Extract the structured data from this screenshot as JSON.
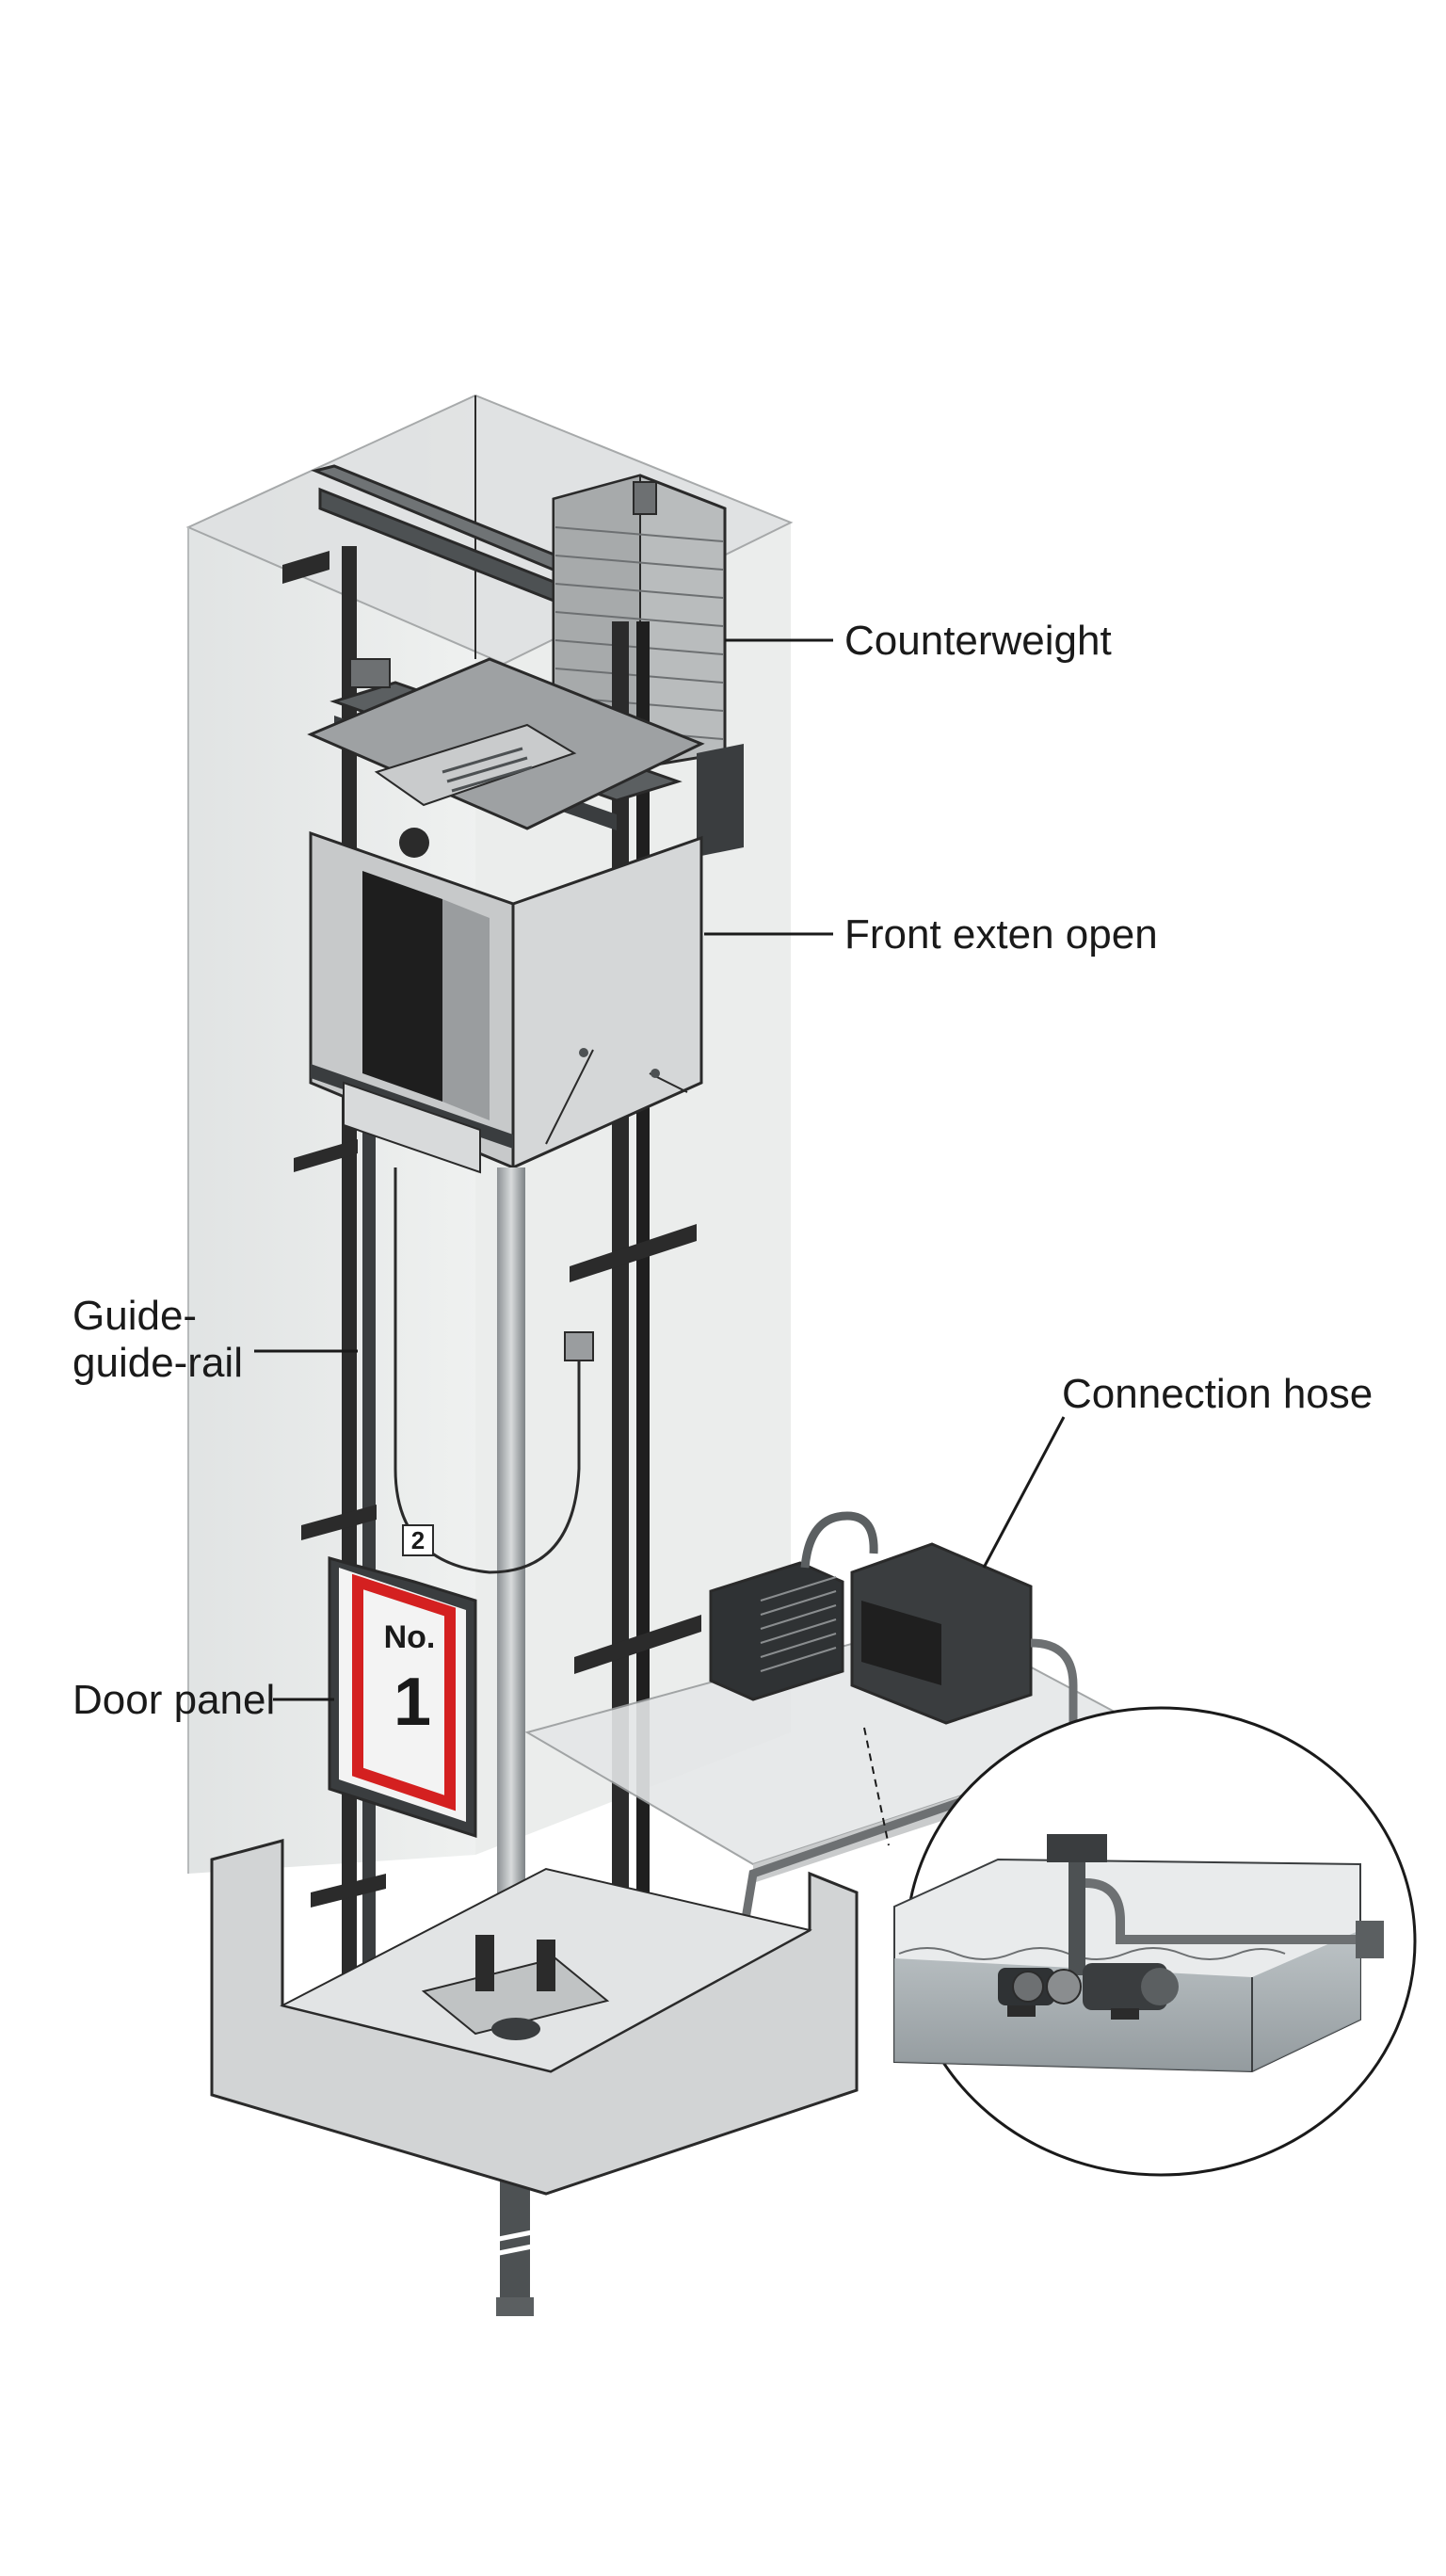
{
  "labels": {
    "counterweight": "Counterweight",
    "front": "Front exten open",
    "guide_line1": "Guide-",
    "guide_line2": "guide-rail",
    "hose": "Connection hose",
    "door": "Door panel",
    "sign_small": "2",
    "sign_no": "No.",
    "sign_num": "1"
  },
  "colors": {
    "background": "#ffffff",
    "shaft_glass": "#e6e8e8",
    "rail_dark": "#2b2b2b",
    "car_body": "#c7c9ca",
    "sign_red": "#d42020",
    "water": "#9aa2a6"
  }
}
